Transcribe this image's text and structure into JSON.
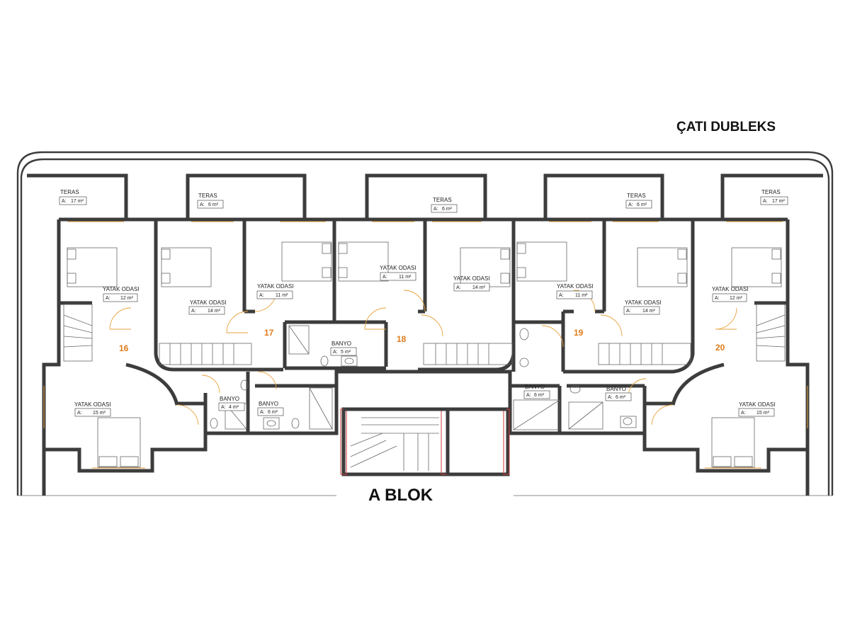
{
  "title": "ÇATI DUBLEKS",
  "block_label": "A BLOK",
  "area_prefix": "A:",
  "units": [
    "16",
    "17",
    "18",
    "19",
    "20"
  ],
  "rooms": {
    "teras_1": {
      "name": "TERAS",
      "area": "17 m²"
    },
    "teras_2": {
      "name": "TERAS",
      "area": "6 m²"
    },
    "teras_3": {
      "name": "TERAS",
      "area": "6 m²"
    },
    "teras_4": {
      "name": "TERAS",
      "area": "6 m²"
    },
    "teras_5": {
      "name": "TERAS",
      "area": "17 m²"
    },
    "yatak_16a": {
      "name": "YATAK ODASI",
      "area": "12 m²"
    },
    "yatak_16b": {
      "name": "YATAK ODASI",
      "area": "15 m²"
    },
    "yatak_17a": {
      "name": "YATAK ODASI",
      "area": "14 m²"
    },
    "yatak_17b": {
      "name": "YATAK ODASI",
      "area": "11 m²"
    },
    "yatak_18a": {
      "name": "YATAK ODASI",
      "area": "11 m²"
    },
    "yatak_18b": {
      "name": "YATAK ODASI",
      "area": "14 m²"
    },
    "yatak_19a": {
      "name": "YATAK ODASI",
      "area": "11 m²"
    },
    "yatak_19b": {
      "name": "YATAK ODASI",
      "area": "14 m²"
    },
    "yatak_20a": {
      "name": "YATAK ODASI",
      "area": "12 m²"
    },
    "yatak_20b": {
      "name": "YATAK ODASI",
      "area": "15 m²"
    },
    "banyo_16": {
      "name": "BANYO",
      "area": "4 m²"
    },
    "banyo_17": {
      "name": "BANYO",
      "area": "6 m²"
    },
    "banyo_18": {
      "name": "BANYO",
      "area": "5 m²"
    },
    "banyo_19": {
      "name": "BANYO",
      "area": "6 m²"
    },
    "banyo_20": {
      "name": "BANYO",
      "area": "6 m²"
    }
  },
  "colors": {
    "wall": "#3c3c3c",
    "unit_number": "#e07b17",
    "door_window": "#e8a23c",
    "stair_rail": "#cc3a3a"
  }
}
